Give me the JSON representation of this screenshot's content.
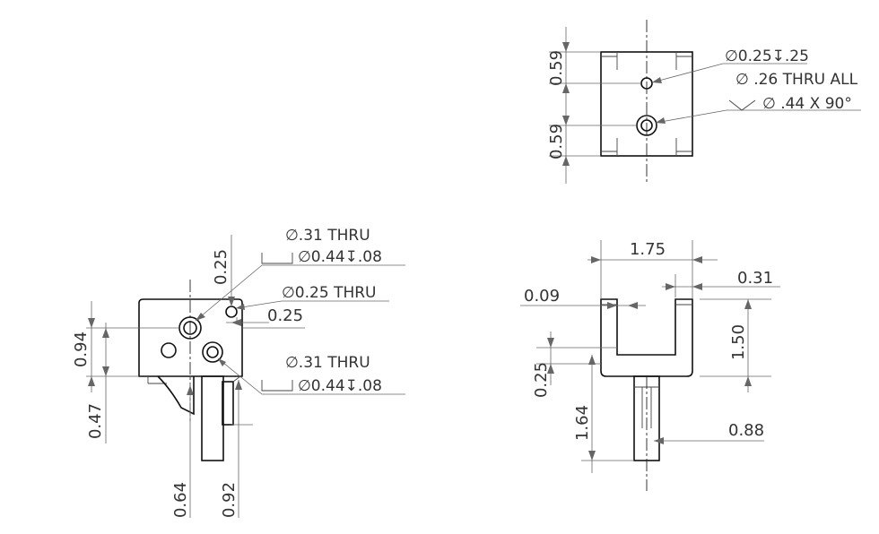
{
  "top_view": {
    "dim_upper": "0.59",
    "dim_lower": "0.59",
    "note_line1": "∅0.25↧.25",
    "note_line2": "∅ .26 THRU ALL",
    "note_line3": "∅ .44 X 90°"
  },
  "front_view": {
    "dim_height": "0.94",
    "dim_lower": "0.47",
    "dim_top": "0.25",
    "dim_hole_offset": "0.25",
    "dim_bottom_left": "0.64",
    "dim_bottom_right": "0.92",
    "note1_line1": "∅.31 THRU",
    "note1_line2": "∅0.44↧.08",
    "note2_line1": "∅0.25 THRU",
    "note3_line1": "∅.31 THRU",
    "note3_line2": "∅0.44↧.08"
  },
  "side_view": {
    "dim_width": "1.75",
    "dim_slot_wall": "0.31",
    "dim_tab": "0.09",
    "dim_height": "1.50",
    "dim_base": "0.25",
    "dim_shaft_len": "1.64",
    "dim_shaft_dia": "0.88"
  }
}
